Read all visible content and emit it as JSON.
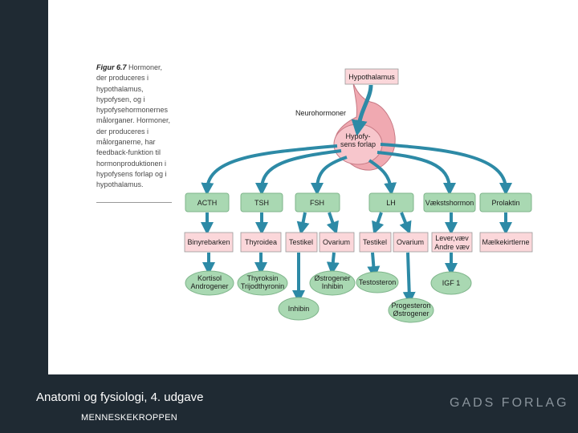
{
  "caption": {
    "figure": "Figur 6.7",
    "text": "Hormoner, der produceres i hypothalamus, hypofysen, og i hypofysehormonernes målorganer. Hormoner, der produceres i målorganerne, har feedback-funktion til hormonproduktionen i hypofysens forlap og i hypothalamus."
  },
  "diagram": {
    "hypothalamus": "Hypothalamus",
    "neurohormoner": "Neurohormoner",
    "hypofyse": [
      "Hypofy-",
      "sens forlap"
    ],
    "hormones": [
      "ACTH",
      "TSH",
      "FSH",
      "LH",
      "Vækstshormon",
      "Prolaktin"
    ],
    "organs": [
      "Binyrebarken",
      "Thyroidea",
      "Testikel",
      "Ovarium",
      "Testikel",
      "Ovarium",
      "Lever,væv",
      "Andre væv",
      "Mælkekirtlerne"
    ],
    "products": {
      "kortisol": [
        "Kortisol",
        "Androgener"
      ],
      "thyroksin": [
        "Thyroksin",
        "Trijodthyronin"
      ],
      "inhibin": "Inhibin",
      "oestrogener": [
        "Østrogener",
        "Inhibin"
      ],
      "testosteron": "Testosteron",
      "progesteron": [
        "Progesteron",
        "Østrogener"
      ],
      "igf": "IGF 1"
    }
  },
  "footer": {
    "title": "Anatomi og fysiologi, 4. udgave",
    "subtitle": "MENNESKEKROPPEN",
    "brand": "GADS FORLAG"
  },
  "colors": {
    "hormone_fill": "#a9d8b2",
    "organ_fill": "#fbd7da",
    "arrow": "#2d8aa6",
    "pituitary": "#f0a9b1"
  }
}
